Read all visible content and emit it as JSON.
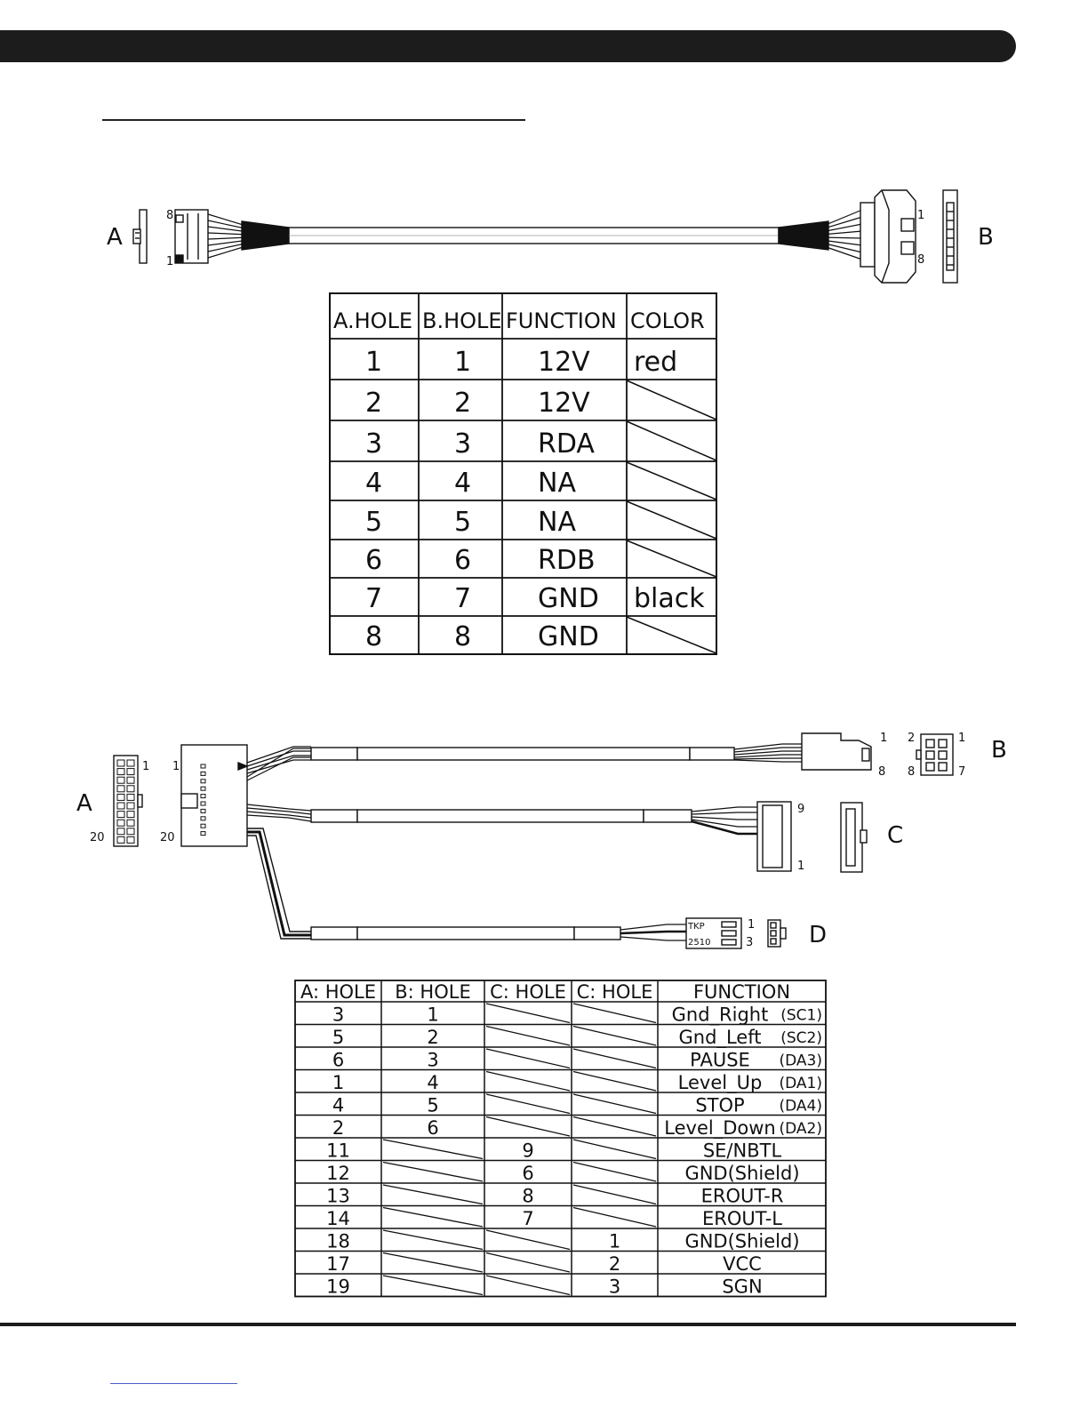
{
  "cable1": {
    "connectors": {
      "a": "A",
      "b": "B"
    },
    "pins": {
      "a_top": "8",
      "a_bottom": "1",
      "b_top": "1",
      "b_bottom": "8"
    },
    "table": {
      "headers": [
        "A.HOLE",
        "B.HOLE",
        "FUNCTION",
        "COLOR"
      ],
      "rows": [
        [
          "1",
          "1",
          "12V",
          "red"
        ],
        [
          "2",
          "2",
          "12V",
          ""
        ],
        [
          "3",
          "3",
          "RDA",
          ""
        ],
        [
          "4",
          "4",
          "NA",
          ""
        ],
        [
          "5",
          "5",
          "NA",
          ""
        ],
        [
          "6",
          "6",
          "RDB",
          ""
        ],
        [
          "7",
          "7",
          "GND",
          "black"
        ],
        [
          "8",
          "8",
          "GND",
          ""
        ]
      ]
    }
  },
  "cable2": {
    "connectors": {
      "a": "A",
      "b": "B",
      "c": "C",
      "d": "D"
    },
    "pins": {
      "a_1": "1",
      "a_20": "20",
      "a2_1": "1",
      "a2_20": "20",
      "b_1": "1",
      "b_8": "8",
      "b2_2": "2",
      "b2_1": "1",
      "b2_8": "8",
      "b2_7": "7",
      "c_9": "9",
      "c_1": "1",
      "d_1": "1",
      "d_3": "3"
    },
    "d_marking": {
      "line1": "TKP",
      "line2": "2510"
    },
    "table": {
      "headers": [
        "A: HOLE",
        "B: HOLE",
        "C: HOLE",
        "C: HOLE",
        "FUNCTION"
      ],
      "rows": [
        [
          "3",
          "1",
          "",
          "",
          "Gnd_Right",
          "(SC1)"
        ],
        [
          "5",
          "2",
          "",
          "",
          "Gnd_Left",
          "(SC2)"
        ],
        [
          "6",
          "3",
          "",
          "",
          "PAUSE",
          "(DA3)"
        ],
        [
          "1",
          "4",
          "",
          "",
          "Level_Up",
          "(DA1)"
        ],
        [
          "4",
          "5",
          "",
          "",
          "STOP",
          "(DA4)"
        ],
        [
          "2",
          "6",
          "",
          "",
          "Level_Down",
          "(DA2)"
        ],
        [
          "11",
          "",
          "9",
          "",
          "SE/NBTL",
          ""
        ],
        [
          "12",
          "",
          "6",
          "",
          "GND(Shield)",
          ""
        ],
        [
          "13",
          "",
          "8",
          "",
          "EROUT-R",
          ""
        ],
        [
          "14",
          "",
          "7",
          "",
          "EROUT-L",
          ""
        ],
        [
          "18",
          "",
          "",
          "1",
          "GND(Shield)",
          ""
        ],
        [
          "17",
          "",
          "",
          "2",
          "VCC",
          ""
        ],
        [
          "19",
          "",
          "",
          "3",
          "SGN",
          ""
        ]
      ]
    }
  }
}
